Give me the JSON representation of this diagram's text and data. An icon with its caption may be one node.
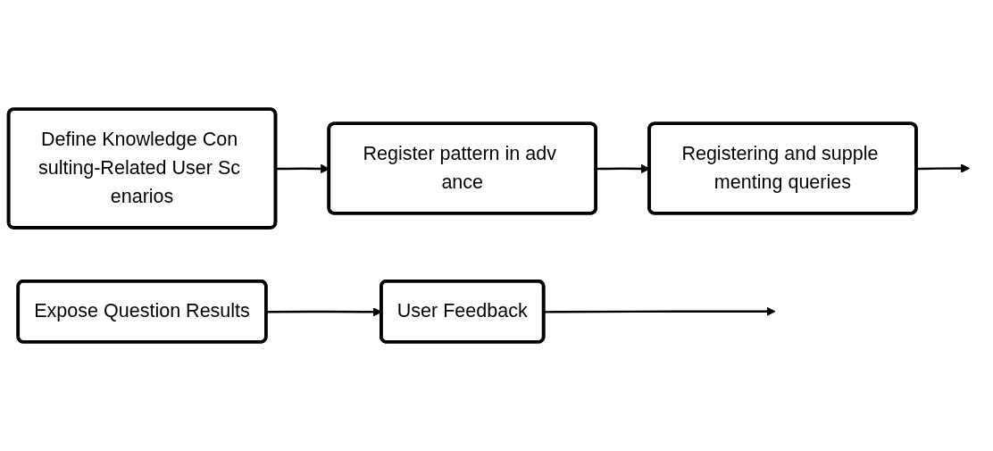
{
  "diagram": {
    "nodes": [
      {
        "text": [
          "Define Knowledge Con sulting-Related User Sc enarios"
        ]
      },
      {
        "text": [
          "Register pattern in adv ance"
        ]
      },
      {
        "text": [
          "Registering and supple menting queries"
        ]
      },
      {
        "text": [
          "User Feedback"
        ]
      },
      {
        "text": [
          "Expose Question Results"
        ]
      }
    ],
    "edges": [
      {
        "from": 0,
        "to": 1,
        "arrow": "to"
      },
      {
        "from": 1,
        "to": 2,
        "arrow": "to"
      },
      {
        "from": 2,
        "to": null,
        "arrow": "to"
      },
      {
        "from": 4,
        "to": 3,
        "arrow": "to"
      },
      {
        "from": 3,
        "to": null,
        "arrow": "to"
      }
    ]
  }
}
